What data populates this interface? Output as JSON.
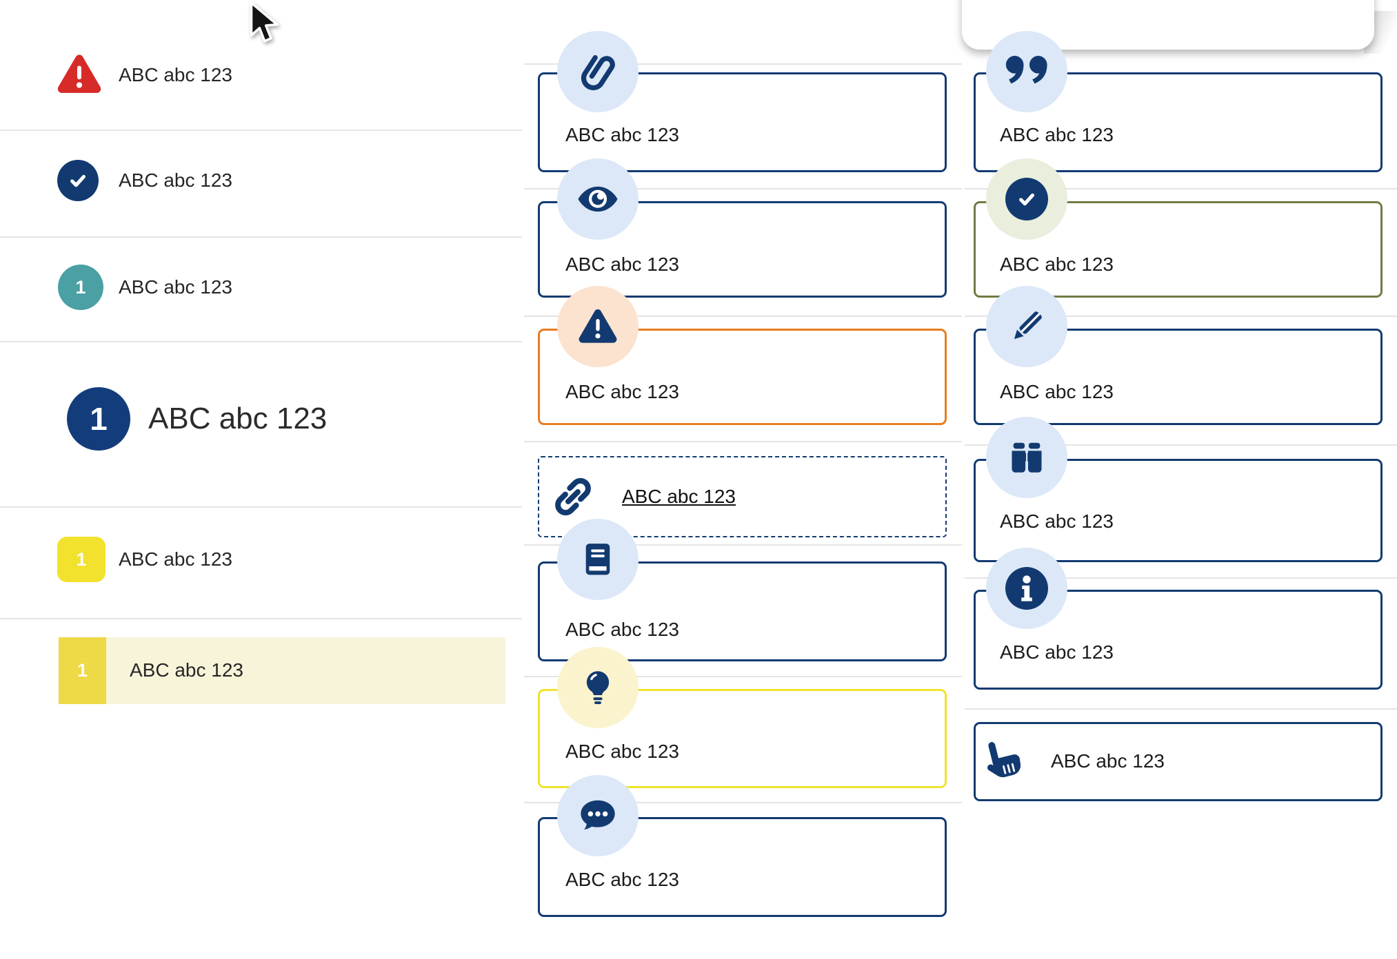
{
  "colors": {
    "navy": "#123a70",
    "red": "#d62b28",
    "teal": "#4aa0a3",
    "yellow_badge": "#f2e12d",
    "yellow_badge_muted": "#eed946",
    "yellow_row_bg": "#f8f4da",
    "orange_border": "#e87c20",
    "olive_border": "#6f7b45",
    "yellow_border": "#f0e32a",
    "icon_bg_blue": "#dce8f7",
    "icon_bg_peach": "#fbe3d0",
    "icon_bg_yellow": "#faf3cd",
    "icon_bg_green": "#e9eedd",
    "divider": "#e4e4e4",
    "text": "#212121"
  },
  "left_list": {
    "items": [
      {
        "icon": "alert-triangle",
        "label": "ABC abc 123"
      },
      {
        "icon": "check-circle",
        "label": "ABC abc 123"
      },
      {
        "icon": "numbered-circle-teal",
        "number": "1",
        "label": "ABC abc 123"
      },
      {
        "icon": "numbered-circle-navy-large",
        "number": "1",
        "label": "ABC abc 123"
      },
      {
        "icon": "numbered-square-yellow",
        "number": "1",
        "label": "ABC abc 123"
      },
      {
        "icon": "numbered-square-yellow",
        "number": "1",
        "label": "ABC abc 123",
        "highlighted": true
      }
    ]
  },
  "middle_cards": [
    {
      "icon": "paperclip",
      "label": "ABC abc 123",
      "style": "navy"
    },
    {
      "icon": "eye",
      "label": "ABC abc 123",
      "style": "navy"
    },
    {
      "icon": "warning-triangle",
      "label": "ABC abc 123",
      "style": "orange"
    },
    {
      "icon": "link",
      "label": "ABC abc 123",
      "style": "dashed-link"
    },
    {
      "icon": "book",
      "label": "ABC abc 123",
      "style": "navy"
    },
    {
      "icon": "lightbulb",
      "label": "ABC abc 123",
      "style": "yellow"
    },
    {
      "icon": "chat-dots",
      "label": "ABC abc 123",
      "style": "navy"
    }
  ],
  "right_cards": [
    {
      "icon": "quote",
      "label": "ABC abc 123",
      "style": "navy"
    },
    {
      "icon": "check-circle",
      "label": "ABC abc 123",
      "style": "olive"
    },
    {
      "icon": "pencil",
      "label": "ABC abc 123",
      "style": "navy"
    },
    {
      "icon": "binoculars",
      "label": "ABC abc 123",
      "style": "navy"
    },
    {
      "icon": "info",
      "label": "ABC abc 123",
      "style": "navy"
    },
    {
      "icon": "hand-pointer",
      "label": "ABC abc 123",
      "style": "navy"
    }
  ]
}
